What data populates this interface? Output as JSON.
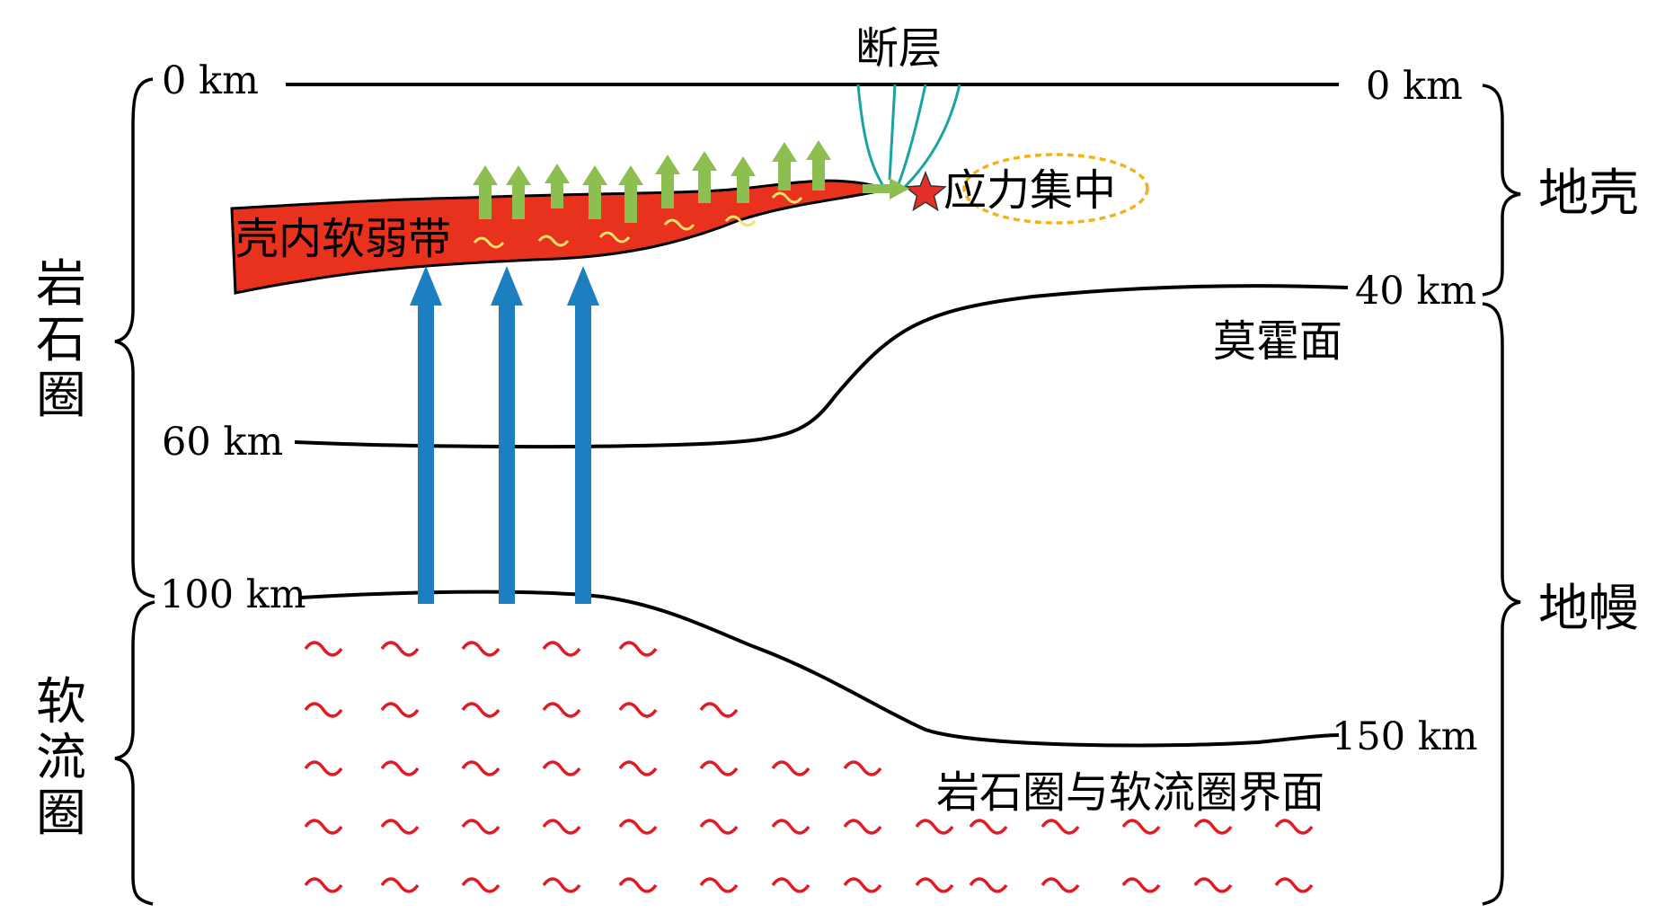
{
  "labels": {
    "fault": "断层",
    "km_0_left": "0 km",
    "km_0_right": "0 km",
    "km_40": "40 km",
    "km_60": "60 km",
    "km_100": "100 km",
    "km_150": "150 km",
    "weak_zone": "壳内软弱带",
    "stress": "应力集中",
    "moho": "莫霍面",
    "lab_interface": "岩石圈与软流圈界面",
    "crust": "地壳",
    "mantle": "地幔",
    "lithosphere": "岩石圈",
    "asthenosphere": "软流圈"
  },
  "colors": {
    "weak_zone": "#e8321e",
    "green_arrow": "#8cbf4f",
    "blue_arrow": "#1b7fc0",
    "fault_line": "#1aa3a3",
    "stress_ellipse": "#f2b21c",
    "star": "#e5302a",
    "tilde": "#e01b24",
    "line": "#000000"
  }
}
